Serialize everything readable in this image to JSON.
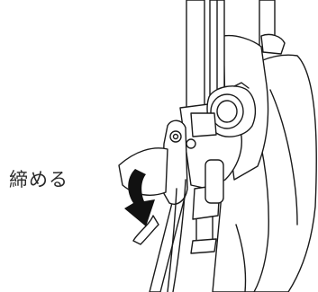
{
  "instruction": {
    "label": "締める"
  },
  "illustration": {
    "subject": "folding-mechanism-lock-lever",
    "arrow_direction": "down",
    "colors": {
      "line": "#1a1a1a",
      "fill": "#ffffff",
      "arrow": "#111111"
    }
  }
}
